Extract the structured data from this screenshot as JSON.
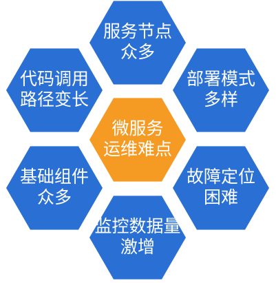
{
  "colors": {
    "outer": "#2a6fd4",
    "center": "#f59a23",
    "text": "#ffffff",
    "background": "#ffffff"
  },
  "center": {
    "lines": [
      "微服务",
      "运维难点"
    ]
  },
  "nodes": [
    {
      "id": "top",
      "lines": [
        "服务节点",
        "众多"
      ]
    },
    {
      "id": "top-right",
      "lines": [
        "部署模式",
        "多样"
      ]
    },
    {
      "id": "bottom-right",
      "lines": [
        "故障定位",
        "困难"
      ]
    },
    {
      "id": "bottom",
      "lines": [
        "监控数据量",
        "激增"
      ]
    },
    {
      "id": "bottom-left",
      "lines": [
        "基础组件",
        "众多"
      ]
    },
    {
      "id": "top-left",
      "lines": [
        "代码调用",
        "路径变长"
      ]
    }
  ]
}
